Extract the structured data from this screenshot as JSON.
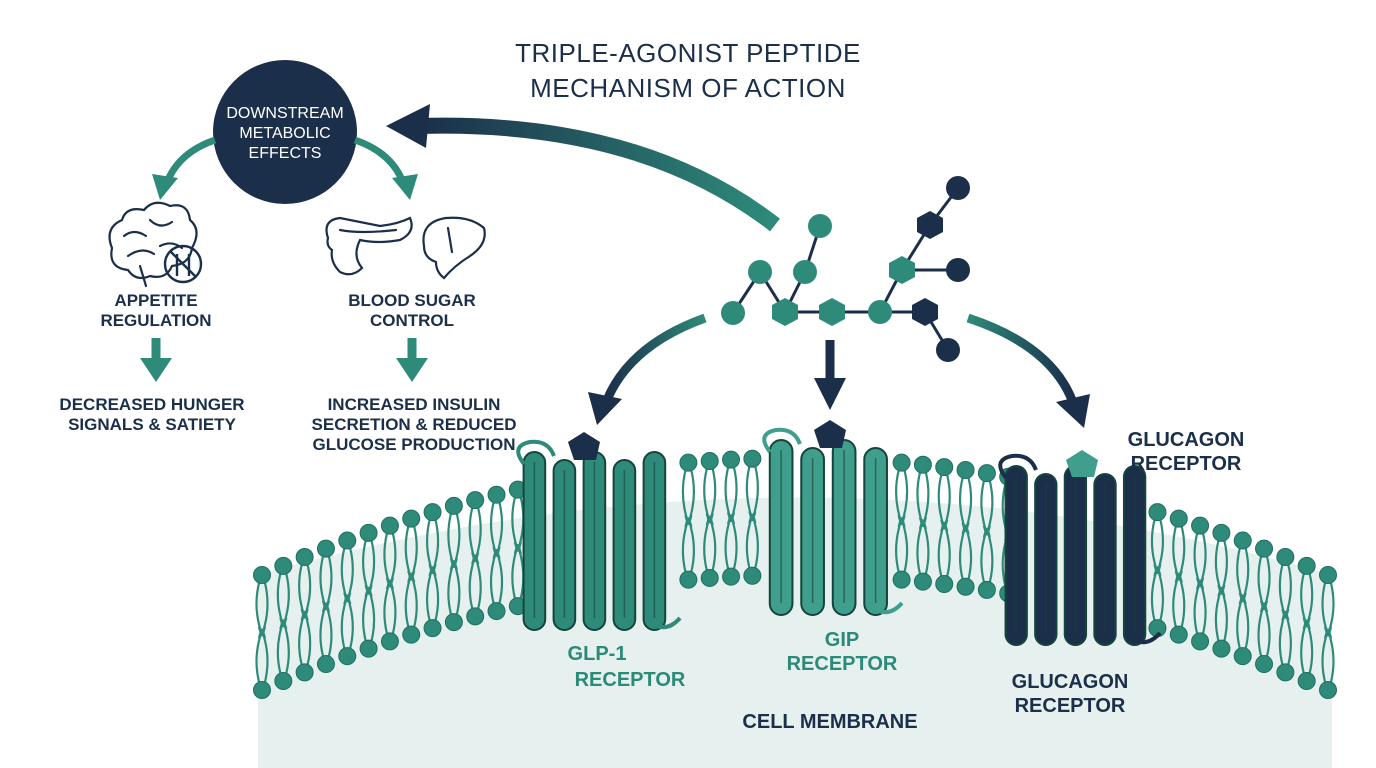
{
  "title": {
    "line1": "TRIPLE-AGONIST PEPTIDE",
    "line2": "MECHANISM OF ACTION"
  },
  "hub": {
    "line1": "DOWNSTREAM",
    "line2": "METABOLIC",
    "line3": "EFFECTS"
  },
  "appetite": {
    "label_line1": "APPETITE",
    "label_line2": "REGULATION",
    "result_line1": "DECREASED HUNGER",
    "result_line2": "SIGNALS & SATIETY",
    "icons": [
      "brain-icon",
      "no-eating-icon"
    ]
  },
  "blood_sugar": {
    "label_line1": "BLOOD SUGAR",
    "label_line2": "CONTROL",
    "result_line1": "INCREASED INSULIN",
    "result_line2": "SECRETION & REDUCED",
    "result_line3": "GLUCOSE PRODUCTION",
    "icons": [
      "pancreas-icon",
      "liver-icon"
    ]
  },
  "receptors": {
    "glp1_line1": "GLP-1",
    "glp1_line2": "RECEPTOR",
    "gip_line1": "GIP",
    "gip_line2": "RECEPTOR",
    "glucagon_top_line1": "GLUCAGON",
    "glucagon_top_line2": "RECEPTOR",
    "glucagon_bottom_line1": "GLUCAGON",
    "glucagon_bottom_line2": "RECEPTOR"
  },
  "membrane_label": "CELL MEMBRANE",
  "colors": {
    "teal": "#2e8b7a",
    "teal_light": "#3f9e8c",
    "navy": "#1b2f4a",
    "cytoplasm": "#e6f0ee",
    "text_teal": "#2b8a78"
  }
}
